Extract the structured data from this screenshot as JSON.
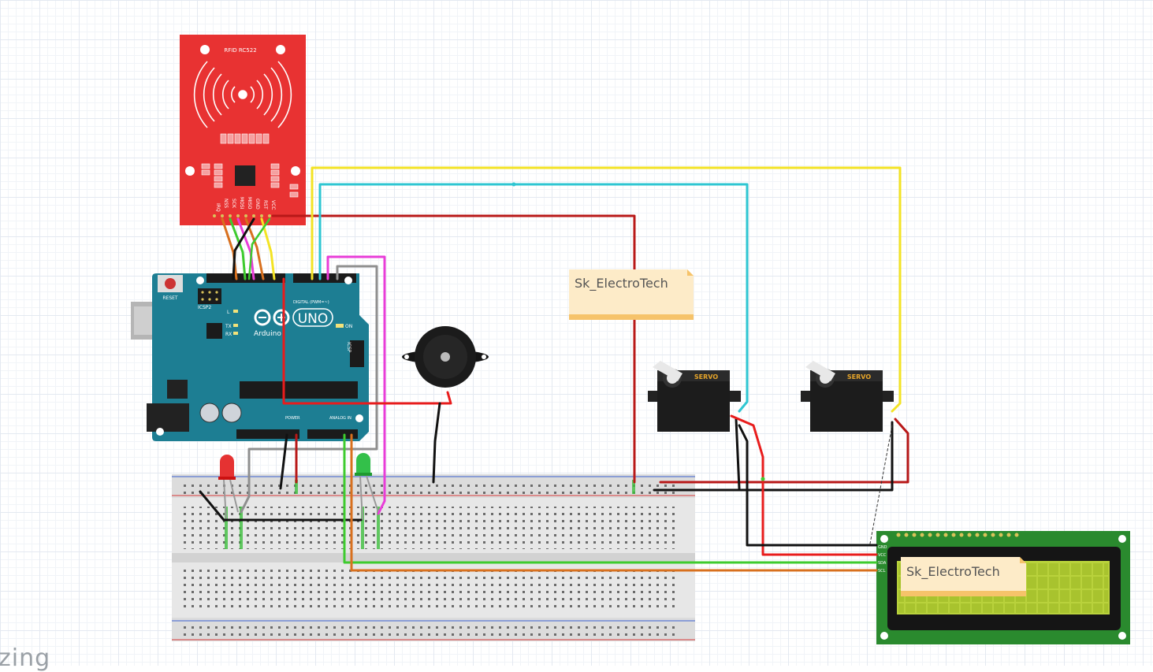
{
  "colors": {
    "rfid_board": "#e83232",
    "arduino_board": "#1d7e93",
    "breadboard": "#e7e7e7",
    "lcd_board": "#2a8a2e",
    "lcd_screen": "#b9d23c",
    "note_fill": "#fdebc8",
    "note_bar": "#f6c36a"
  },
  "rfid": {
    "title": "RFID RC522",
    "pins": [
      "IRQ",
      "NSS",
      "SCK",
      "MOSI",
      "MISO",
      "GND",
      "RST",
      "VCC"
    ]
  },
  "arduino": {
    "logo": "UNO",
    "brand": "Arduino",
    "reset": "RESET",
    "icsp2": "ICSP2",
    "icsp": "ICSP",
    "digital": "DIGITAL (PWM=~)",
    "power": "POWER",
    "analog": "ANALOG IN",
    "led_l": "L",
    "led_tx": "TX",
    "led_rx": "RX",
    "led_on": "ON"
  },
  "servos": [
    {
      "label": "SERVO"
    },
    {
      "label": "SERVO"
    }
  ],
  "lcd": {
    "pins": [
      "GND",
      "VCC",
      "SDA",
      "SCL"
    ]
  },
  "notes": [
    {
      "text": "Sk_ElectroTech"
    },
    {
      "text": "Sk_ElectroTech"
    }
  ],
  "watermark": "zing"
}
